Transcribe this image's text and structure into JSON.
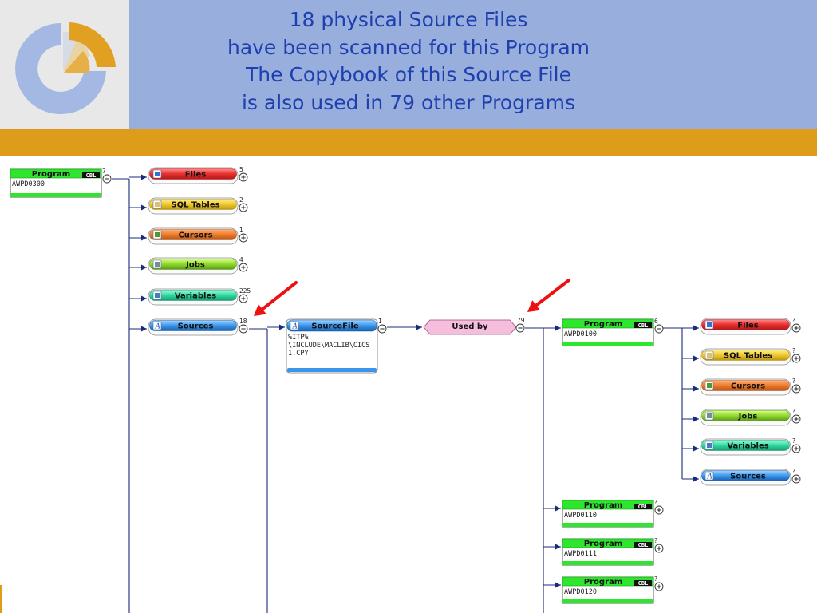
{
  "header": {
    "lines": [
      "18 physical Source Files",
      "have been scanned for this Program",
      "The Copybook of this Source File",
      "is also used in 79 other Programs"
    ]
  },
  "colors": {
    "header_bg": "#98aedd",
    "header_text": "#1e3fae",
    "accent_orange": "#dd9c19",
    "logo_blue": "#a4b8e4",
    "logo_orange": "#e2a022",
    "arrow_red": "#ee1111",
    "connector": "#1a2b7a"
  },
  "diagram": {
    "root_program": {
      "type": "Program",
      "tag": "CBL",
      "code": "AWPD0300",
      "badge": "7",
      "toggle": "minus"
    },
    "root_children": [
      {
        "label": "Files",
        "badge": "5",
        "toggle": "plus",
        "color": "red",
        "icon": "file-icon"
      },
      {
        "label": "SQL Tables",
        "badge": "2",
        "toggle": "plus",
        "color": "yellow",
        "icon": "table-icon"
      },
      {
        "label": "Cursors",
        "badge": "1",
        "toggle": "plus",
        "color": "orange",
        "icon": "cursor-icon"
      },
      {
        "label": "Jobs",
        "badge": "4",
        "toggle": "plus",
        "color": "green",
        "icon": "job-icon"
      },
      {
        "label": "Variables",
        "badge": "225",
        "toggle": "plus",
        "color": "teal",
        "icon": "variable-icon"
      },
      {
        "label": "Sources",
        "badge": "18",
        "toggle": "minus",
        "color": "blue",
        "icon": "source-icon"
      }
    ],
    "source_file": {
      "label": "SourceFile",
      "badge": "1",
      "toggle": "minus",
      "lines": [
        "%ITP%",
        "\\INCLUDE\\MACLIB\\CICS",
        "1.CPY"
      ]
    },
    "used_by": {
      "label": "Used by",
      "badge": "79",
      "toggle": "minus"
    },
    "program_0100": {
      "type": "Program",
      "tag": "CBL",
      "code": "AWPD0100",
      "badge": "6",
      "toggle": "minus"
    },
    "program_0100_children": [
      {
        "label": "Files",
        "badge": "?",
        "toggle": "plus",
        "color": "red",
        "icon": "file-icon"
      },
      {
        "label": "SQL Tables",
        "badge": "?",
        "toggle": "plus",
        "color": "yellow",
        "icon": "table-icon"
      },
      {
        "label": "Cursors",
        "badge": "?",
        "toggle": "plus",
        "color": "orange",
        "icon": "cursor-icon"
      },
      {
        "label": "Jobs",
        "badge": "?",
        "toggle": "plus",
        "color": "green",
        "icon": "job-icon"
      },
      {
        "label": "Variables",
        "badge": "?",
        "toggle": "plus",
        "color": "teal",
        "icon": "variable-icon"
      },
      {
        "label": "Sources",
        "badge": "?",
        "toggle": "plus",
        "color": "blue",
        "icon": "source-icon"
      }
    ],
    "other_programs": [
      {
        "type": "Program",
        "tag": "CBL",
        "code": "AWPD0110",
        "badge": "?",
        "toggle": "plus"
      },
      {
        "type": "Program",
        "tag": "CBL",
        "code": "AWPD0111",
        "badge": "?",
        "toggle": "plus"
      },
      {
        "type": "Program",
        "tag": "CBL",
        "code": "AWPD0120",
        "badge": "?",
        "toggle": "plus"
      }
    ]
  }
}
